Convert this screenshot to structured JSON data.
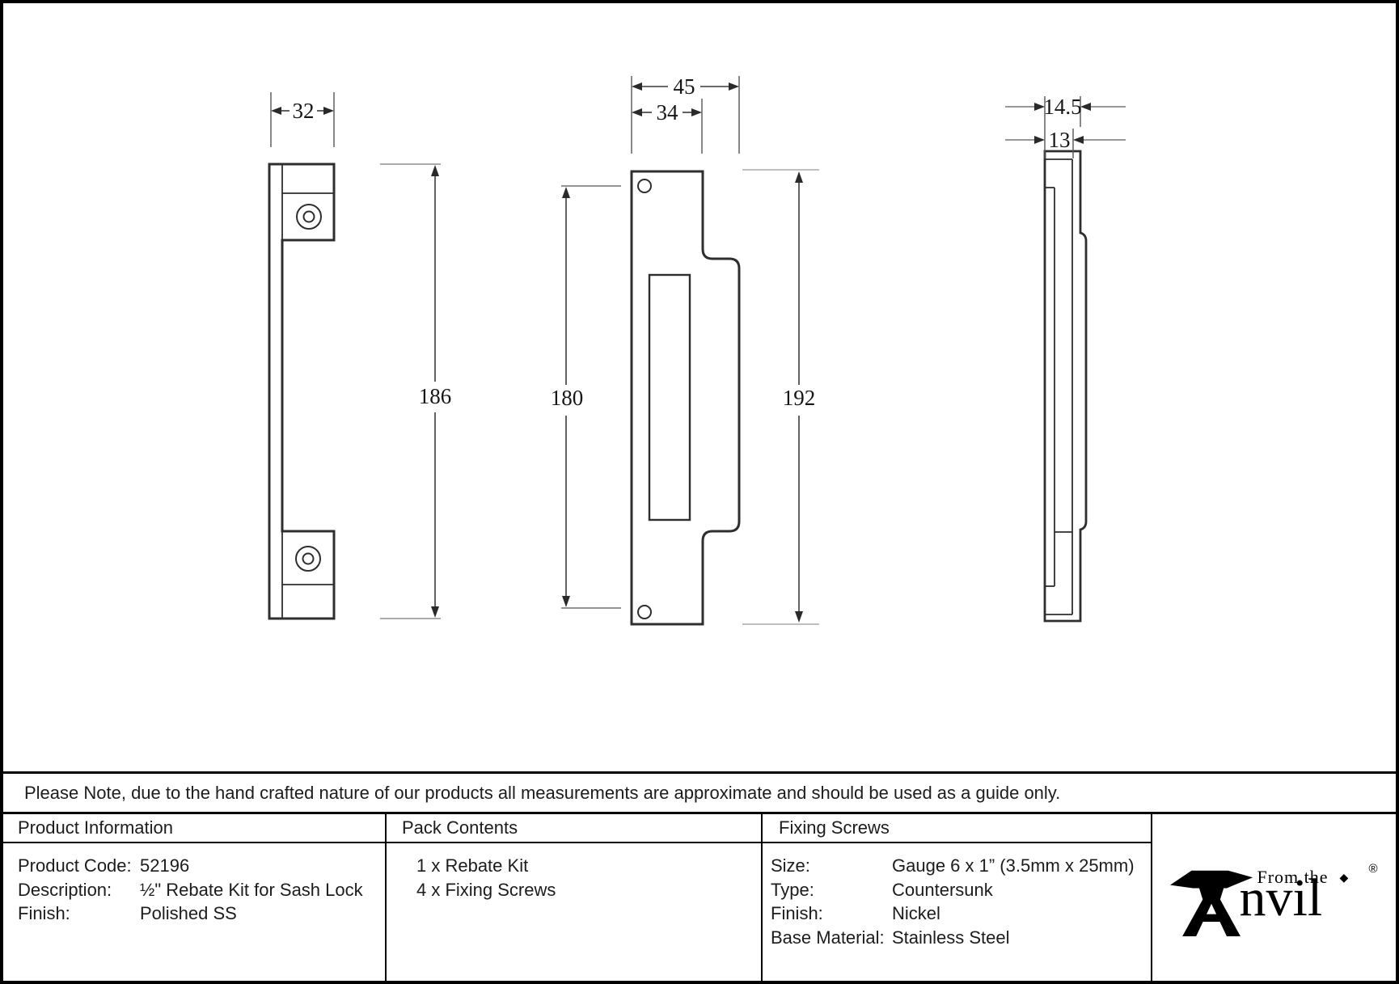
{
  "note": "Please Note, due to the hand crafted nature of our products all measurements are approximate and should be used as a guide only.",
  "views": {
    "rebate_strip": {
      "width": "32",
      "height": "186"
    },
    "strike_plate": {
      "overall_width": "45",
      "plate_width": "34",
      "plate_height": "180",
      "overall_height": "192"
    },
    "side_profile": {
      "overall_thickness": "14.5",
      "plate_thickness": "13"
    }
  },
  "table": {
    "product_information": {
      "header": "Product Information",
      "rows": [
        {
          "label": "Product Code:",
          "value": "52196"
        },
        {
          "label": "Description:",
          "value": "½\" Rebate Kit for Sash Lock"
        },
        {
          "label": "Finish:",
          "value": "Polished SS"
        }
      ]
    },
    "pack_contents": {
      "header": "Pack Contents",
      "items": [
        "1 x Rebate Kit",
        "4 x Fixing Screws"
      ]
    },
    "fixing_screws": {
      "header": "Fixing Screws",
      "rows": [
        {
          "label": "Size:",
          "value": "Gauge 6 x 1” (3.5mm x 25mm)"
        },
        {
          "label": "Type:",
          "value": "Countersunk"
        },
        {
          "label": "Finish:",
          "value": "Nickel"
        },
        {
          "label": "Base Material:",
          "value": "Stainless Steel"
        }
      ]
    }
  },
  "logo": {
    "from_the": "From the",
    "diamond": "◆",
    "brand_suffix": "nvil",
    "registered": "®"
  }
}
